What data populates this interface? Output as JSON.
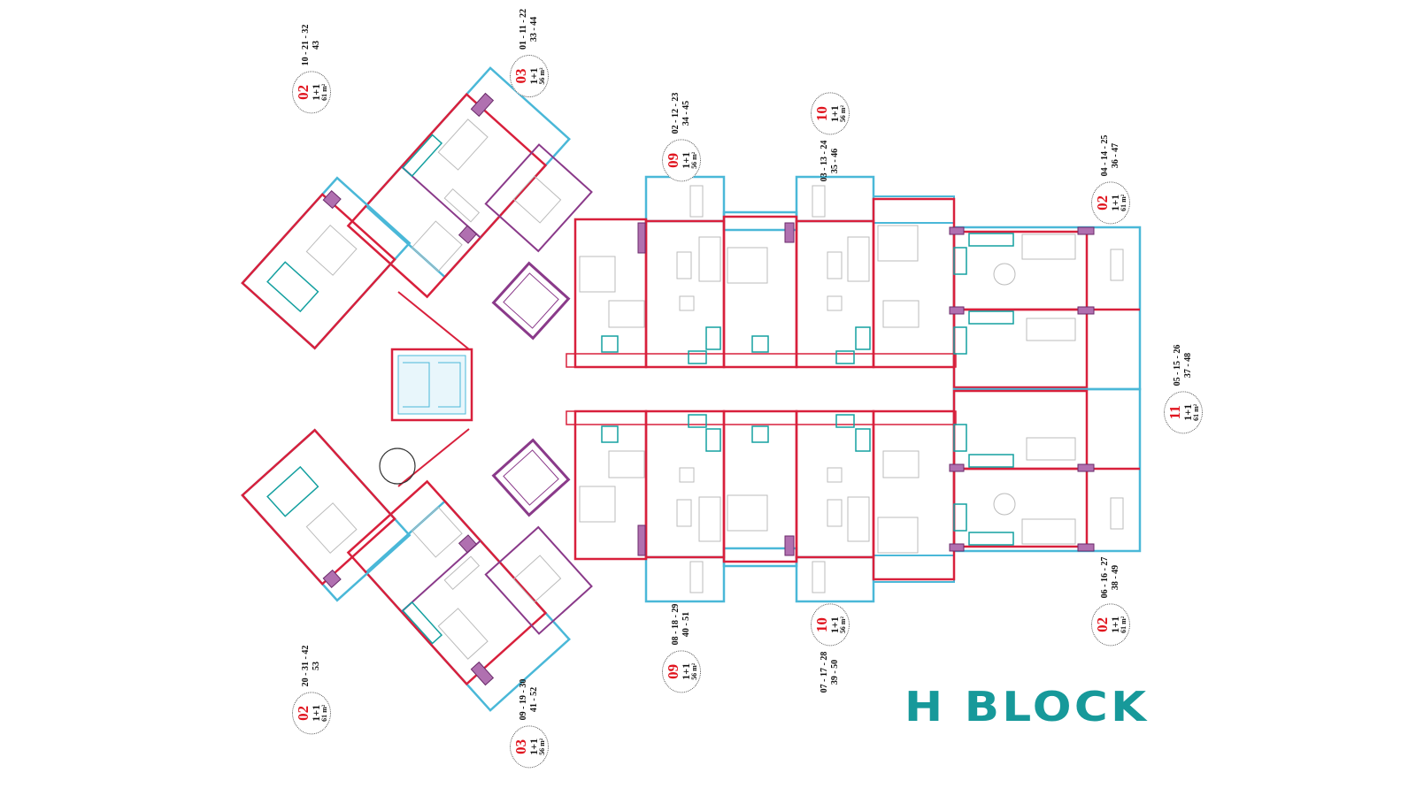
{
  "title": "H BLOCK",
  "colors": {
    "title": "#17999a",
    "walls": "#d8203c",
    "balcony": "#4ab8d8",
    "columns": "#8a3a8a",
    "unit_number": "#e0141e"
  },
  "units": [
    {
      "number": "02",
      "type": "1+1",
      "area": "61 m²",
      "floors": [
        "10 - 21 - 32",
        "43"
      ]
    },
    {
      "number": "03",
      "type": "1+1",
      "area": "56 m²",
      "floors": [
        "01 - 11 - 22",
        "33 - 44"
      ]
    },
    {
      "number": "09",
      "type": "1+1",
      "area": "56 m²",
      "floors": [
        "02 - 12 - 23",
        "34 - 45"
      ]
    },
    {
      "number": "10",
      "type": "1+1",
      "area": "56 m²",
      "floors": [
        "03 - 13 - 24",
        "35 - 46"
      ]
    },
    {
      "number": "02",
      "type": "1+1",
      "area": "61 m²",
      "floors": [
        "04 - 14 - 25",
        "36 - 47"
      ]
    },
    {
      "number": "11",
      "type": "1+1",
      "area": "61 m²",
      "floors": [
        "05 - 15 - 26",
        "37 - 48"
      ]
    },
    {
      "number": "02",
      "type": "1+1",
      "area": "61 m²",
      "floors": [
        "06 - 16 - 27",
        "38 - 49"
      ]
    },
    {
      "number": "09",
      "type": "1+1",
      "area": "56 m²",
      "floors": [
        "08 - 18 - 29",
        "40 - 51"
      ]
    },
    {
      "number": "10",
      "type": "1+1",
      "area": "56 m²",
      "floors": [
        "07 - 17 - 28",
        "39 - 50"
      ]
    },
    {
      "number": "02",
      "type": "1+1",
      "area": "61 m²",
      "floors": [
        "20 - 31 - 42",
        "53"
      ]
    },
    {
      "number": "03",
      "type": "1+1",
      "area": "56 m²",
      "floors": [
        "09 - 19 - 30",
        "41 - 52"
      ]
    }
  ]
}
